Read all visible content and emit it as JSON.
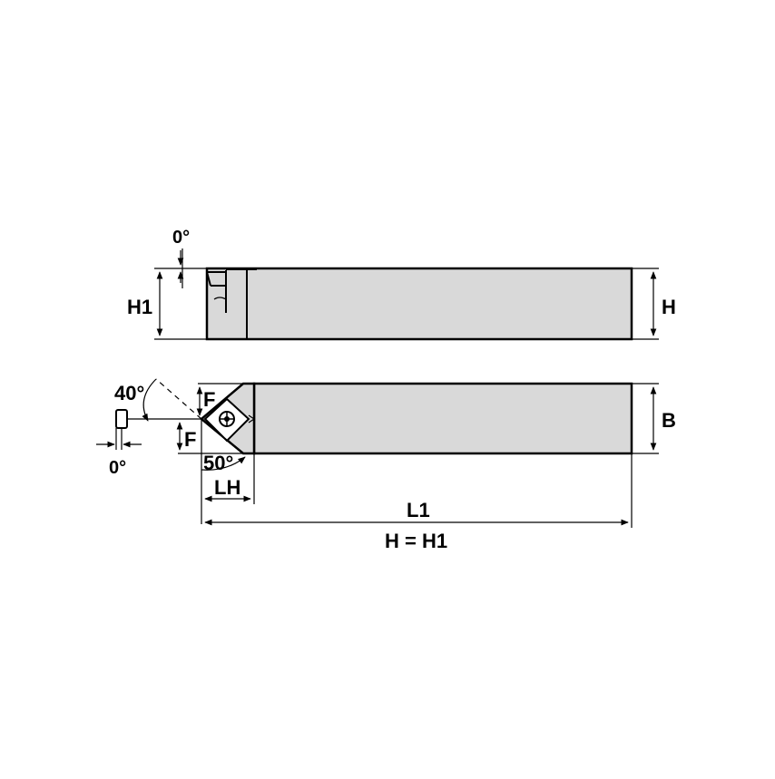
{
  "labels": {
    "h1": "H1",
    "h": "H",
    "b": "B",
    "l1": "L1",
    "lh": "LH",
    "f_top": "F",
    "f_bottom": "F",
    "angle_top_side": "0°",
    "angle_40": "40°",
    "angle_50": "50°",
    "angle_front": "0°",
    "equation": "H = H1"
  },
  "colors": {
    "body_fill": "#d9d9d9",
    "stroke": "#000000",
    "background": "#ffffff"
  }
}
